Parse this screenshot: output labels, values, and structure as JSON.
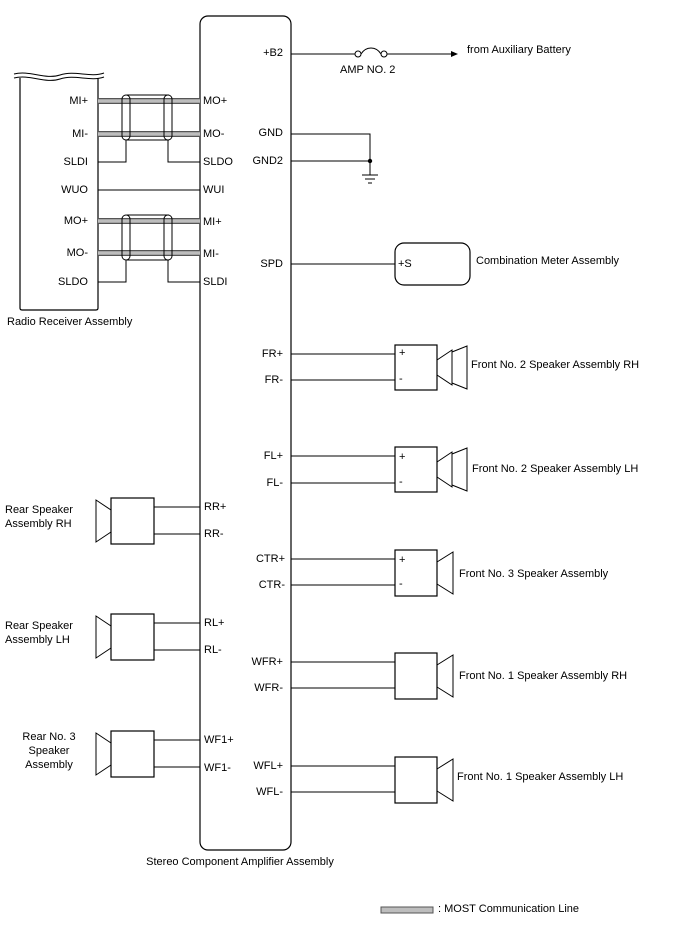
{
  "amplifier": {
    "name": "Stereo Component Amplifier Assembly",
    "left_pins": {
      "mo_plus": "MO+",
      "mo_minus": "MO-",
      "sldo": "SLDO",
      "wui": "WUI",
      "mi_plus": "MI+",
      "mi_minus": "MI-",
      "sldi": "SLDI",
      "rr_plus": "RR+",
      "rr_minus": "RR-",
      "rl_plus": "RL+",
      "rl_minus": "RL-",
      "wf1_plus": "WF1+",
      "wf1_minus": "WF1-"
    },
    "right_pins": {
      "b2": "+B2",
      "gnd": "GND",
      "gnd2": "GND2",
      "spd": "SPD",
      "fr_plus": "FR+",
      "fr_minus": "FR-",
      "fl_plus": "FL+",
      "fl_minus": "FL-",
      "ctr_plus": "CTR+",
      "ctr_minus": "CTR-",
      "wfr_plus": "WFR+",
      "wfr_minus": "WFR-",
      "wfl_plus": "WFL+",
      "wfl_minus": "WFL-"
    }
  },
  "radio": {
    "name": "Radio Receiver Assembly",
    "pins": {
      "mi_plus": "MI+",
      "mi_minus": "MI-",
      "sldi": "SLDI",
      "wuo": "WUO",
      "mo_plus": "MO+",
      "mo_minus": "MO-",
      "sldo": "SLDO"
    }
  },
  "power": {
    "fuse": "AMP NO. 2",
    "source": "from Auxiliary Battery"
  },
  "meter": {
    "name": "Combination Meter Assembly",
    "pin": "+S"
  },
  "polarity": {
    "plus": "+",
    "minus": "-"
  },
  "speakers_right": {
    "front2_rh": "Front No. 2 Speaker Assembly RH",
    "front2_lh": "Front No. 2 Speaker Assembly LH",
    "front3": "Front No. 3 Speaker Assembly",
    "front1_rh": "Front No. 1 Speaker Assembly RH",
    "front1_lh": "Front No. 1 Speaker Assembly LH"
  },
  "speakers_left": {
    "rear_rh": [
      "Rear Speaker",
      "Assembly RH"
    ],
    "rear_lh": [
      "Rear Speaker",
      "Assembly LH"
    ],
    "rear3": [
      "Rear No. 3",
      "Speaker",
      "Assembly"
    ]
  },
  "legend": {
    "label": ": MOST Communication Line"
  }
}
